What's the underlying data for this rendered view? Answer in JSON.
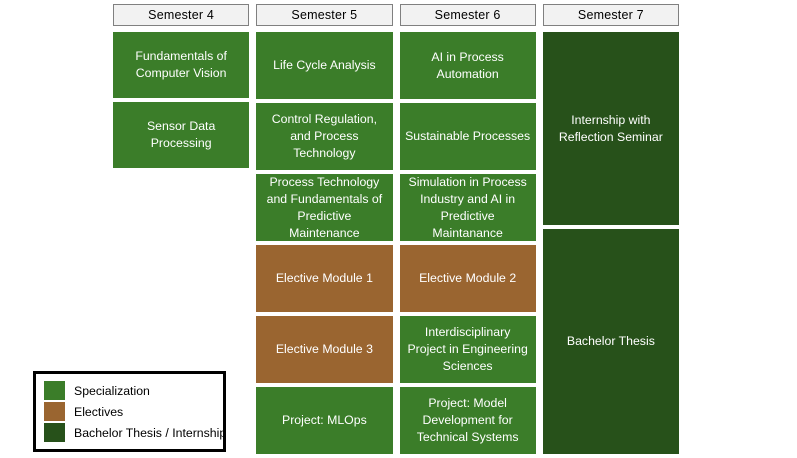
{
  "colors": {
    "specialization": "#3B7D29",
    "electives": "#9A6530",
    "thesis": "#27511A",
    "header_bg": "#F2F2F2",
    "header_border": "#808080",
    "legend_border": "#000000",
    "text_on_block": "#FFFFFF",
    "page_bg": "#FFFFFF"
  },
  "columns": [
    {
      "header": "Semester 4",
      "cells": [
        {
          "label": "Fundamentals of Computer Vision",
          "type": "specialization",
          "span": 2
        },
        {
          "label": "Sensor Data Processing",
          "type": "specialization",
          "span": 2
        },
        {
          "label": "",
          "type": "empty",
          "span": 9
        }
      ]
    },
    {
      "header": "Semester 5",
      "cells": [
        {
          "label": "Life Cycle Analysis",
          "type": "specialization",
          "span": 2
        },
        {
          "label": "Control Regulation, and Process Technology",
          "type": "specialization",
          "span": 2
        },
        {
          "label": "Process Technology and Fundamentals of Predictive Maintenance",
          "type": "specialization",
          "span": 2
        },
        {
          "label": "Elective Module 1",
          "type": "electives",
          "span": 2
        },
        {
          "label": "Elective Module 3",
          "type": "electives",
          "span": 2
        },
        {
          "label": "Project: MLOps",
          "type": "specialization",
          "span": 2
        }
      ]
    },
    {
      "header": "Semester 6",
      "cells": [
        {
          "label": "AI in Process Automation",
          "type": "specialization",
          "span": 2
        },
        {
          "label": "Sustainable Processes",
          "type": "specialization",
          "span": 2
        },
        {
          "label": "Simulation in Process Industry and AI in Predictive Maintanance",
          "type": "specialization",
          "span": 2
        },
        {
          "label": "Elective Module 2",
          "type": "electives",
          "span": 2
        },
        {
          "label": "Interdisciplinary Project in Engineering Sciences",
          "type": "specialization",
          "span": 2
        },
        {
          "label": "Project: Model Development for Technical Systems",
          "type": "specialization",
          "span": 2
        }
      ]
    },
    {
      "header": "Semester 7",
      "cells": [
        {
          "label": "Internship with Reflection Seminar",
          "type": "thesis",
          "span": 6
        },
        {
          "label": "Bachelor Thesis",
          "type": "thesis",
          "span": 7
        }
      ]
    }
  ],
  "legend": {
    "items": [
      {
        "label": "Specialization",
        "type": "specialization"
      },
      {
        "label": "Electives",
        "type": "electives"
      },
      {
        "label": "Bachelor Thesis / Internship",
        "type": "thesis"
      }
    ]
  }
}
